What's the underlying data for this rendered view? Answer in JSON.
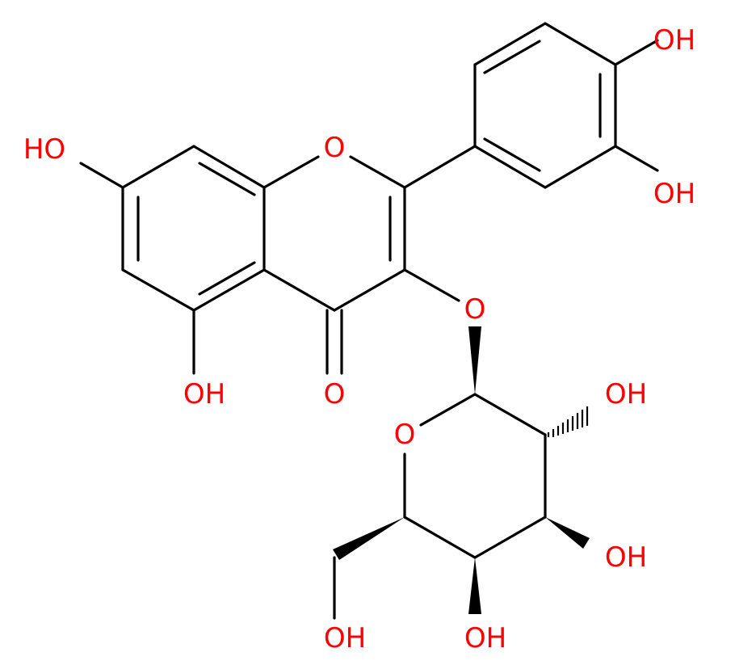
{
  "colors": {
    "bond": "#000000",
    "heteroatom": "#ff0000",
    "background": "#ffffff"
  },
  "atoms": {
    "oh_4prime": "OH",
    "oh_3prime": "OH",
    "o_ring_chromone": "O",
    "oh_7": "HO",
    "oh_5": "OH",
    "o_carbonyl": "O",
    "o_glycosidic": "O",
    "o_ring_sugar": "O",
    "oh_sugar_2": "OH",
    "oh_sugar_3": "OH",
    "oh_sugar_4": "OH",
    "oh_sugar_6": "OH"
  }
}
